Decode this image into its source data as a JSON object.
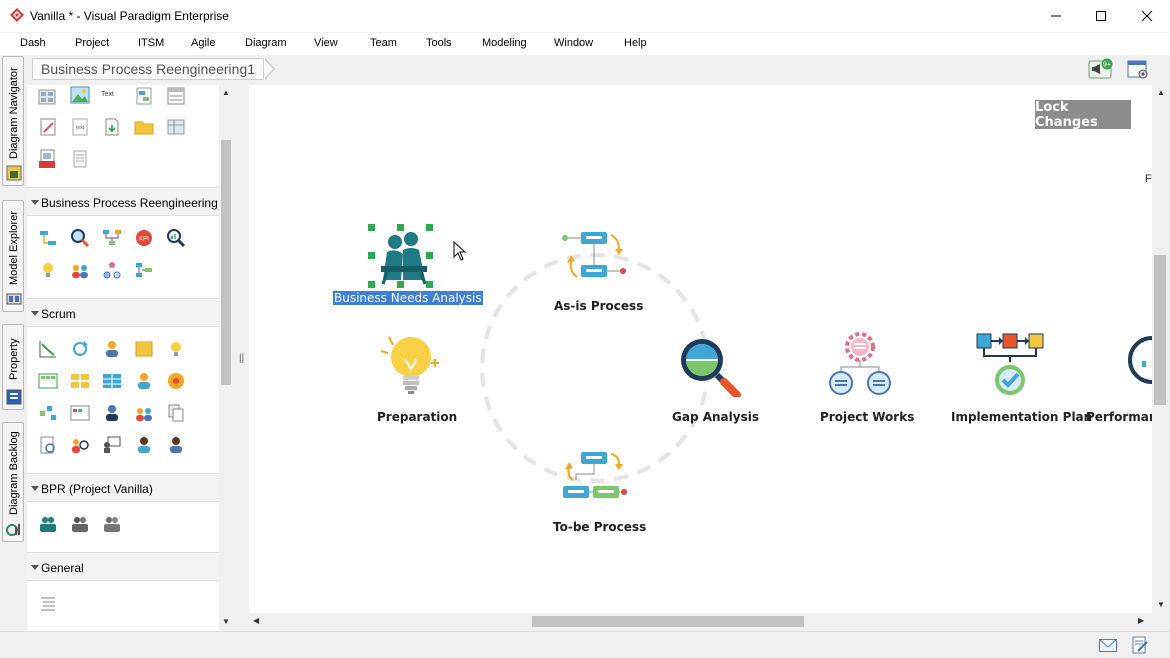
{
  "window": {
    "title": "Vanilla * - Visual Paradigm Enterprise",
    "minimize_icon": "minimize-icon",
    "maximize_icon": "maximize-icon",
    "close_icon": "close-icon"
  },
  "menu": {
    "items": [
      "Dash",
      "Project",
      "ITSM",
      "Agile",
      "Diagram",
      "View",
      "Team",
      "Tools",
      "Modeling",
      "Window",
      "Help"
    ]
  },
  "breadcrumb": {
    "label": "Business Process Reengineering1",
    "notification_badge": "9+"
  },
  "side_tabs": {
    "items": [
      "Diagram Navigator",
      "Model Explorer",
      "Property",
      "Diagram Backlog"
    ]
  },
  "palette": {
    "sections": [
      {
        "label": "Business Process Reengineering"
      },
      {
        "label": "Scrum"
      },
      {
        "label": "BPR (Project Vanilla)"
      },
      {
        "label": "General"
      }
    ],
    "text_tool_label": "Text",
    "kpi_label": "KPI"
  },
  "canvas": {
    "lock_button": "Lock Changes",
    "nodes": [
      {
        "label": "Business Needs Analysis",
        "selected": true
      },
      {
        "label": "As-is Process"
      },
      {
        "label": "Preparation"
      },
      {
        "label": "Gap Analysis"
      },
      {
        "label": "Project Works"
      },
      {
        "label": "Implementation Plan"
      },
      {
        "label": "Performanc"
      },
      {
        "label": "To-be Process"
      }
    ]
  },
  "colors": {
    "accent_selection": "#3d7fd6",
    "handle_green": "#2fa84f",
    "lock_button_bg": "#8c8c8c",
    "teal": "#1f7a86",
    "blue_box": "#3fa7d6",
    "green_box": "#7bc86c",
    "orange": "#f5a623"
  }
}
